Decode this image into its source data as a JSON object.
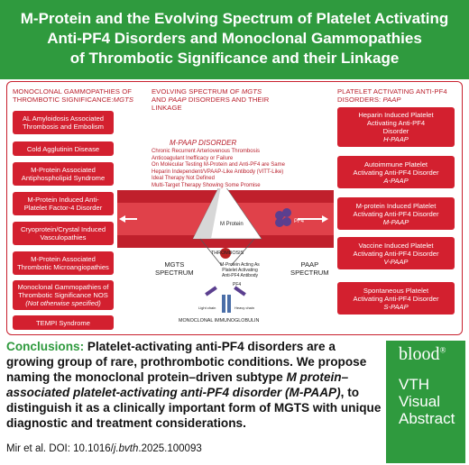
{
  "title": {
    "line1": "M-Protein and the Evolving Spectrum of Platelet Activating",
    "line2": "Anti-PF4 Disorders and Monoclonal Gammopathies",
    "line3": "of Thrombotic Significance and their Linkage"
  },
  "left_column": {
    "heading_line1": "MONOCLONAL GAMMOPATHIES OF",
    "heading_line2": "THROMBOTIC SIGNIFICANCE:",
    "heading_italic": "MGTS",
    "boxes": [
      {
        "l1": "AL Amyloidosis Associated",
        "l2": "Thrombosis and Embolism"
      },
      {
        "l1": "Cold Agglutinin Disease"
      },
      {
        "l1": "M-Protein Associated",
        "l2": "Antiphospholipid Syndrome"
      },
      {
        "l1": "M-Protein Induced Anti-",
        "l2": "Platelet Factor-4 Disorder"
      },
      {
        "l1": "Cryoprotein/Crystal Induced",
        "l2": "Vasculopathies"
      },
      {
        "l1": "M-Protein Associated",
        "l2": "Thrombotic Microangiopathies"
      },
      {
        "l1": "Monoclonal Gammopathies of",
        "l2": "Thrombotic Significance NOS",
        "l3": "(Not otherwise specified)"
      },
      {
        "l1": "TEMPI Syndrome"
      }
    ]
  },
  "middle_column": {
    "heading_line1_a": "EVOLVING SPECTRUM OF ",
    "heading_line1_b": "MGTS",
    "heading_line2_a": "AND ",
    "heading_line2_b": "PAAP",
    "heading_line2_c": " DISORDERS AND THEIR",
    "heading_line3": "LINKAGE",
    "mpaap_title": "M-PAAP DISORDER",
    "mpaap_items": [
      "Chronic Recurrent Arteriovenous Thrombosis",
      "Anticoagulant Inefficacy or Failure",
      "On Molecular Testing M-Protein and Anti-PF4 are Same",
      "Heparin Independent/VPAAP-Like Antibody (VITT-Like)",
      "Ideal Therapy Not Defined",
      "Multi-Target Therapy Showing Some Promise"
    ],
    "mprotein_label": "M Protein",
    "pf4_label": "PF4",
    "mgts_spectrum_l1": "MGTS",
    "mgts_spectrum_l2": "SPECTRUM",
    "paap_spectrum_l1": "PAAP",
    "paap_spectrum_l2": "SPECTRUM",
    "thrombosis_label": "THROMBOSIS",
    "antibody_l1": "M-Protein Acting As",
    "antibody_l2": "Platelet Activating",
    "antibody_l3": "Anti-PF4 Antibody",
    "pf4_small": "PF4",
    "light_chain": "Light chain",
    "heavy_chain": "Heavy chain",
    "mono_ig": "MONOCLONAL IMMUNOGLOBULIN"
  },
  "right_column": {
    "heading_line1": "PLATELET ACTIVATING ANTI-PF4",
    "heading_line2": "DISORDERS:",
    "heading_italic": "PAAP",
    "boxes": [
      {
        "l1": "Heparin Induced Platelet",
        "l2": "Activating Anti-PF4",
        "l3": "Disorder",
        "l4": "H-PAAP"
      },
      {
        "l1": "Autoimmune Platelet",
        "l2": "Activating Anti-PF4 Disorder",
        "l3": "A-PAAP"
      },
      {
        "l1": "M-protein Induced Platelet",
        "l2": "Activating Anti-PF4 Disorder",
        "l3": "M-PAAP"
      },
      {
        "l1": "Vaccine Induced Platelet",
        "l2": "Activating Anti-PF4 Disorder",
        "l3": "V-PAAP"
      },
      {
        "l1": "Spontaneous Platelet",
        "l2": "Activating Anti-PF4 Disorder",
        "l3": "S-PAAP"
      }
    ]
  },
  "conclusions": {
    "lead": "Conclusions:",
    "t1": " Platelet-activating anti-PF4 disorders are a growing group of rare, prothrombotic conditions. We propose naming the monoclonal protein–driven subtype ",
    "t2": "M protein–associated platelet-activating anti-PF4 disorder (M-PAAP)",
    "t3": ", to distinguish it as a clinically important form of MGTS with unique diagnostic and treatment considerations."
  },
  "citation": {
    "prefix": "Mir et al. DOI: 10.1016/",
    "doi_italic": "j.bvth",
    "suffix": ".2025.100093"
  },
  "branding": {
    "logo": "blood",
    "logo_mark": "®",
    "line1": "VTH",
    "line2": "Visual",
    "line3": "Abstract"
  },
  "colors": {
    "brand_green": "#2f9a3e",
    "box_red": "#d3202f",
    "text_red": "#b81d2a",
    "pf4_purple": "#5b3f8f"
  }
}
